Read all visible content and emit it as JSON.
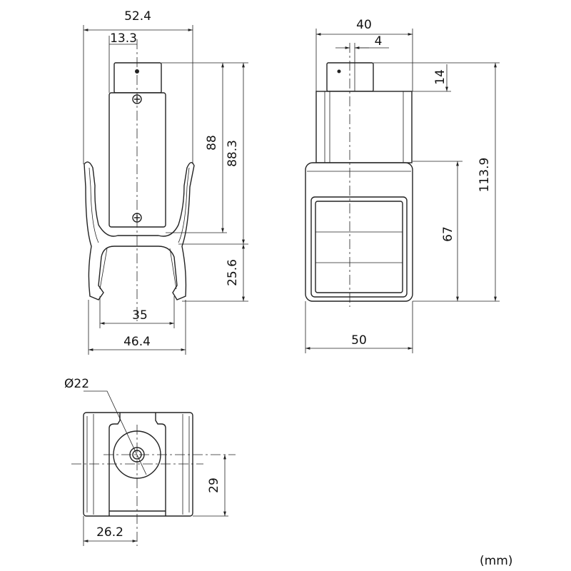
{
  "front_view": {
    "dims": {
      "overall_width": "52.4",
      "offset": "13.3",
      "body_height": "88",
      "top_height": "88.3",
      "clip_height": "25.6",
      "clip_inner": "35",
      "clip_outer": "46.4"
    }
  },
  "side_view": {
    "dims": {
      "width": "40",
      "offset": "4",
      "cap_height": "14",
      "total_height": "113.9",
      "block_height": "67",
      "base_width": "50"
    }
  },
  "bottom_view": {
    "dims": {
      "diameter": "Ø22",
      "height": "29",
      "offset": "26.2"
    }
  },
  "units": "(mm)",
  "colors": {
    "line": "#222222",
    "background": "#ffffff"
  }
}
